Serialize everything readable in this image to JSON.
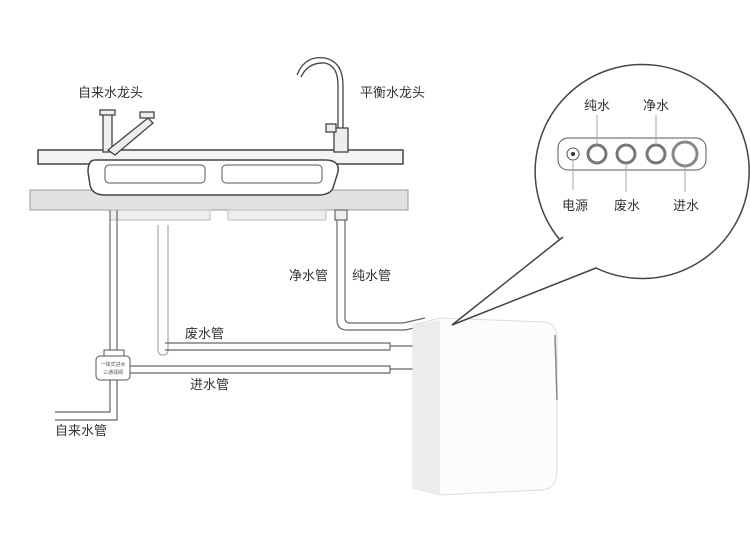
{
  "labels": {
    "tap_faucet": "自来水龙头",
    "balance_faucet": "平衡水龙头",
    "clean_pipe": "净水管",
    "pure_pipe": "纯水管",
    "waste_pipe": "废水管",
    "inlet_pipe": "进水管",
    "tap_pipe": "自来水管",
    "valve_line1": "一体式进水",
    "valve_line2": "三通球阀"
  },
  "callout": {
    "pure": "纯水",
    "clean": "净水",
    "power": "电源",
    "waste": "废水",
    "inlet": "进水"
  },
  "colors": {
    "line": "#444444",
    "pipe": "#999999",
    "counter": "#dddddd"
  }
}
